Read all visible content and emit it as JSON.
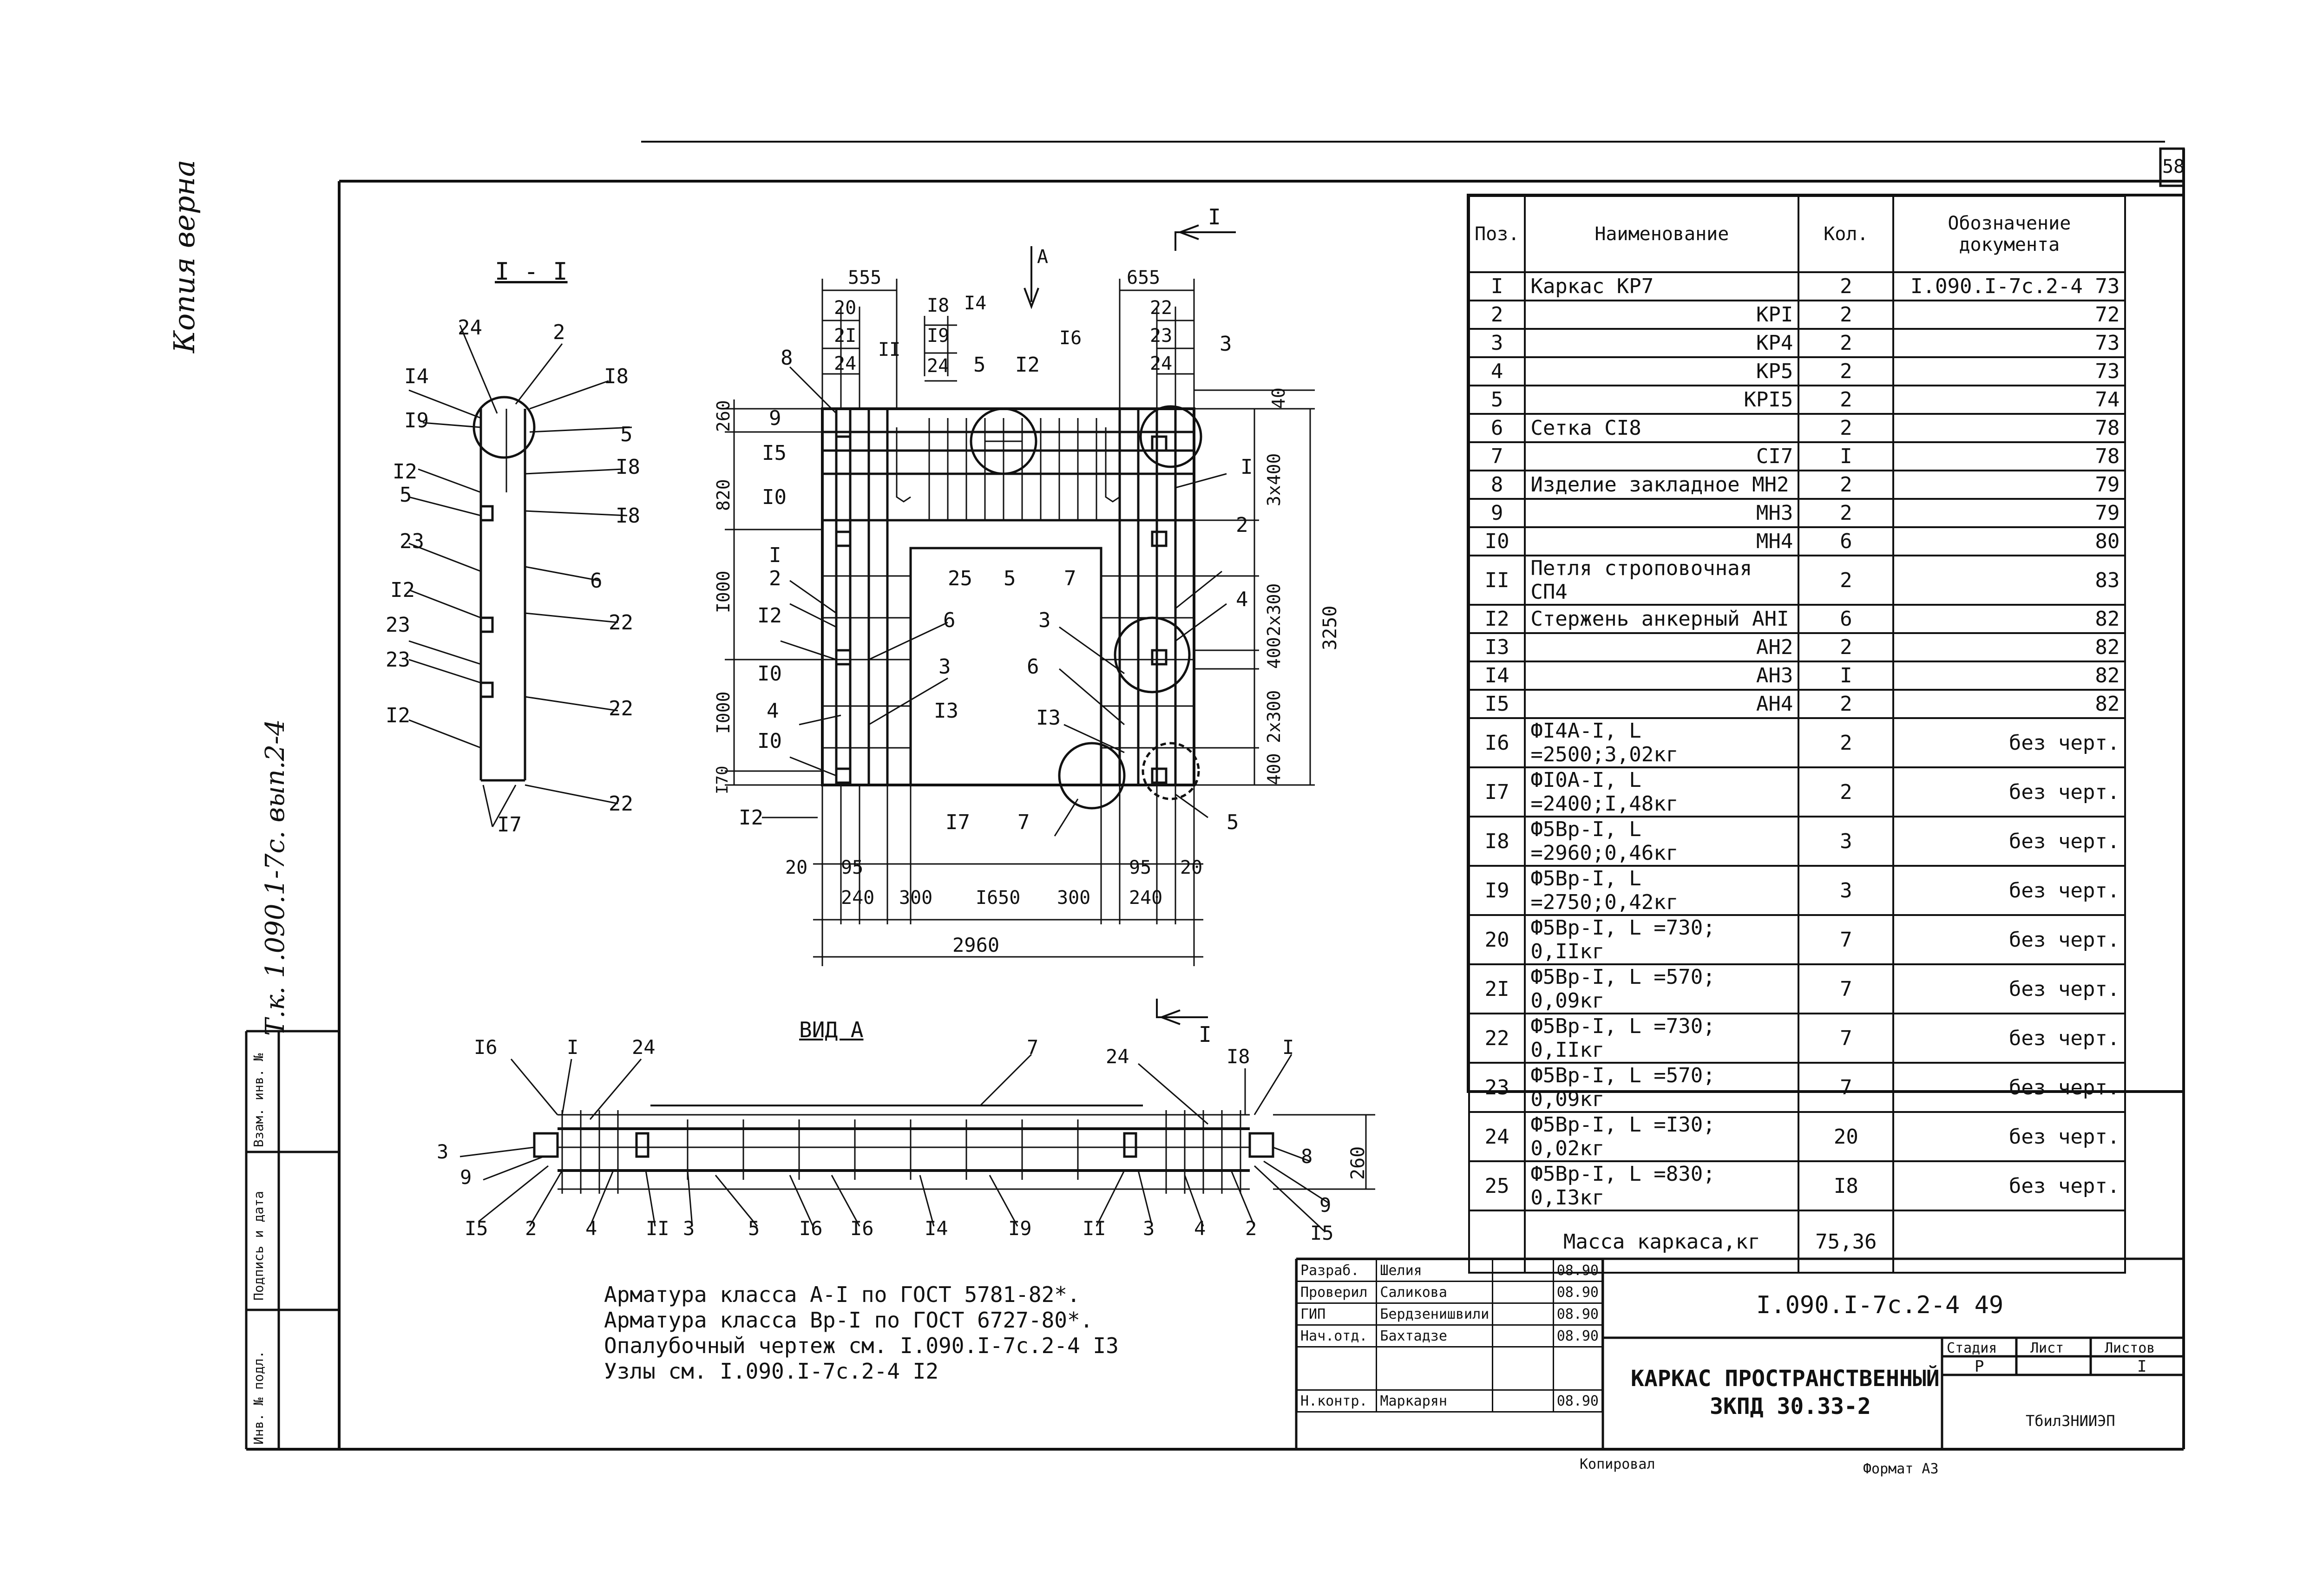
{
  "sheet_number": "58",
  "section_label": "I - I",
  "view_label": "ВИД А",
  "arrow_labels": {
    "a": "А",
    "cut_top": "I",
    "cut_bottom": "I"
  },
  "margin_note": "Копия верна",
  "side_ref": "Т.к. 1.090.1-7с. вып.2-4",
  "stamp_columns": [
    "Инв. № подл.",
    "Подпись и дата",
    "Взам. инв. №"
  ],
  "spec_headers": [
    "Поз.",
    "Наименование",
    "Кол.",
    "Обозначение документа"
  ],
  "spec_rows": [
    {
      "pos": "I",
      "name": "Каркас КР7",
      "qty": "2",
      "doc": "I.090.I-7с.2-4 73"
    },
    {
      "pos": "2",
      "name": "КРI",
      "qty": "2",
      "doc": "72"
    },
    {
      "pos": "3",
      "name": "КР4",
      "qty": "2",
      "doc": "73"
    },
    {
      "pos": "4",
      "name": "КР5",
      "qty": "2",
      "doc": "73"
    },
    {
      "pos": "5",
      "name": "КРI5",
      "qty": "2",
      "doc": "74"
    },
    {
      "pos": "6",
      "name": "Сетка  СI8",
      "qty": "2",
      "doc": "78"
    },
    {
      "pos": "7",
      "name": "СI7",
      "qty": "I",
      "doc": "78"
    },
    {
      "pos": "8",
      "name": "Изделие закладное МН2",
      "qty": "2",
      "doc": "79"
    },
    {
      "pos": "9",
      "name": "МН3",
      "qty": "2",
      "doc": "79"
    },
    {
      "pos": "I0",
      "name": "МН4",
      "qty": "6",
      "doc": "80"
    },
    {
      "pos": "II",
      "name": "Петля строповочная СП4",
      "qty": "2",
      "doc": "83"
    },
    {
      "pos": "I2",
      "name": "Стержень анкерный АНI",
      "qty": "6",
      "doc": "82"
    },
    {
      "pos": "I3",
      "name": "АН2",
      "qty": "2",
      "doc": "82"
    },
    {
      "pos": "I4",
      "name": "АН3",
      "qty": "I",
      "doc": "82"
    },
    {
      "pos": "I5",
      "name": "АН4",
      "qty": "2",
      "doc": "82"
    },
    {
      "pos": "I6",
      "name": "ФI4А-I,  L =2500;3,02кг",
      "qty": "2",
      "doc": "без черт."
    },
    {
      "pos": "I7",
      "name": "ФI0А-I,  L =2400;I,48кг",
      "qty": "2",
      "doc": "без черт."
    },
    {
      "pos": "I8",
      "name": "Ф5Вр-I,  L =2960;0,46кг",
      "qty": "3",
      "doc": "без черт."
    },
    {
      "pos": "I9",
      "name": "Ф5Вр-I,  L =2750;0,42кг",
      "qty": "3",
      "doc": "без черт."
    },
    {
      "pos": "20",
      "name": "Ф5Вр-I,  L =730;  0,IIкг",
      "qty": "7",
      "doc": "без черт."
    },
    {
      "pos": "2I",
      "name": "Ф5Вр-I,  L =570;  0,09кг",
      "qty": "7",
      "doc": "без черт."
    },
    {
      "pos": "22",
      "name": "Ф5Вр-I,  L =730;  0,IIкг",
      "qty": "7",
      "doc": "без черт."
    },
    {
      "pos": "23",
      "name": "Ф5Вр-I,  L =570;  0,09кг",
      "qty": "7",
      "doc": "без черт."
    },
    {
      "pos": "24",
      "name": "Ф5Вр-I,  L =I30;  0,02кг",
      "qty": "20",
      "doc": "без черт."
    },
    {
      "pos": "25",
      "name": "Ф5Вр-I,  L =830;  0,I3кг",
      "qty": "I8",
      "doc": "без черт."
    }
  ],
  "mass_label": "Масса каркаса,кг",
  "mass_value": "75,36",
  "notes": [
    "Арматура класса А-I по ГОСТ 5781-82*.",
    "Арматура класса Вр-I по ГОСТ 6727-80*.",
    "Опалубочный чертеж см. I.090.I-7с.2-4 I3",
    "Узлы см. I.090.I-7с.2-4 I2"
  ],
  "title_block": {
    "designation": "I.090.I-7с.2-4 49",
    "title_line1": "КАРКАС ПРОСТРАНСТВЕННЫЙ",
    "title_line2": "ЗКПД 30.33-2",
    "stage_label": "Стадия",
    "sheet_label": "Лист",
    "sheets_label": "Листов",
    "stage_value": "Р",
    "sheets_value": "I",
    "organization": "ТбилЗНИИЭП",
    "roles": [
      {
        "role": "Разраб.",
        "name": "Шелия",
        "date": "08.90"
      },
      {
        "role": "Проверил",
        "name": "Саликова",
        "date": "08.90"
      },
      {
        "role": "ГИП",
        "name": "Бердзенишвили",
        "date": "08.90"
      },
      {
        "role": "Нач.отд.",
        "name": "Бахтадзе",
        "date": "08.90"
      },
      {
        "role": "Н.контр.",
        "name": "Маркарян",
        "date": "08.90"
      }
    ],
    "copied": "Копировал",
    "format": "Формат А3"
  },
  "section_callouts": [
    "24",
    "2",
    "I4",
    "I8",
    "I9",
    "5",
    "I8",
    "I2",
    "5",
    "I8",
    "23",
    "6",
    "I2",
    "22",
    "23",
    "23",
    "22",
    "I2",
    "22",
    "I7"
  ],
  "elevation": {
    "dims_top_left": [
      "555",
      "20",
      "2I",
      "24"
    ],
    "dims_top_right": [
      "655",
      "22",
      "23",
      "24"
    ],
    "dims_right": [
      "40",
      "3x400",
      "2x300",
      "400",
      "2x300",
      "400",
      "3250"
    ],
    "dims_left": [
      "260",
      "820",
      "I000",
      "I000",
      "I70"
    ],
    "dims_bottom": [
      "20",
      "95",
      "240",
      "300",
      "I650",
      "300",
      "95",
      "240",
      "20",
      "2960"
    ],
    "callouts": [
      "8",
      "9",
      "I5",
      "I0",
      "I",
      "2",
      "I2",
      "I0",
      "4",
      "I0",
      "I2",
      "I8",
      "I9",
      "24",
      "II",
      "I4",
      "5",
      "I2",
      "I6",
      "3",
      "I",
      "2",
      "4",
      "3",
      "6",
      "I3",
      "6",
      "3",
      "I3",
      "25",
      "5",
      "7",
      "I7",
      "7",
      "5"
    ]
  },
  "view_a": {
    "dim": "260",
    "callouts": [
      "I6",
      "I",
      "24",
      "7",
      "24",
      "I8",
      "I",
      "3",
      "9",
      "I5",
      "2",
      "4",
      "II",
      "3",
      "5",
      "I6",
      "I6",
      "I4",
      "I9",
      "II",
      "3",
      "4",
      "2",
      "I5",
      "9",
      "8"
    ]
  }
}
